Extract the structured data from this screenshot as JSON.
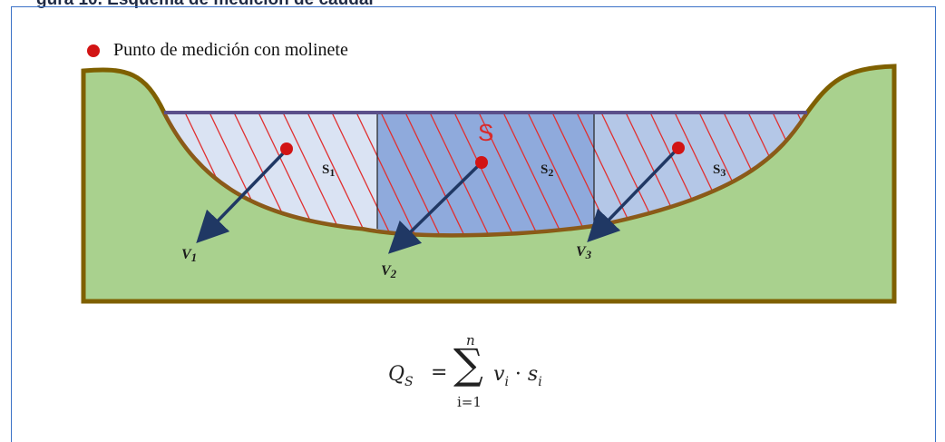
{
  "header_fragment": "gura 10. Esquema de medición de caudal",
  "legend": {
    "label": "Punto de medición con molinete",
    "dot_color": "#d21414"
  },
  "diagram": {
    "total_area_label": "S",
    "sections": [
      {
        "area_label": "S",
        "area_index": "1",
        "velocity_label": "V",
        "velocity_index": "1"
      },
      {
        "area_label": "S",
        "area_index": "2",
        "velocity_label": "V",
        "velocity_index": "2"
      },
      {
        "area_label": "S",
        "area_index": "3",
        "velocity_label": "V",
        "velocity_index": "3"
      }
    ],
    "colors": {
      "ground": "#a9d18e",
      "ground_border": "#7f6000",
      "water_light": "#dae3f3",
      "water_dark": "#8faadc",
      "hatch": "#e03030",
      "arrow": "#203864",
      "water_surface": "#5b4f8a"
    }
  },
  "formula": {
    "lhs": "Q",
    "lhs_sub": "S",
    "equals": "=",
    "sigma": "∑",
    "upper": "n",
    "lower": "i=1",
    "term_v": "v",
    "term_s": "s",
    "index": "i",
    "dot": "·"
  }
}
